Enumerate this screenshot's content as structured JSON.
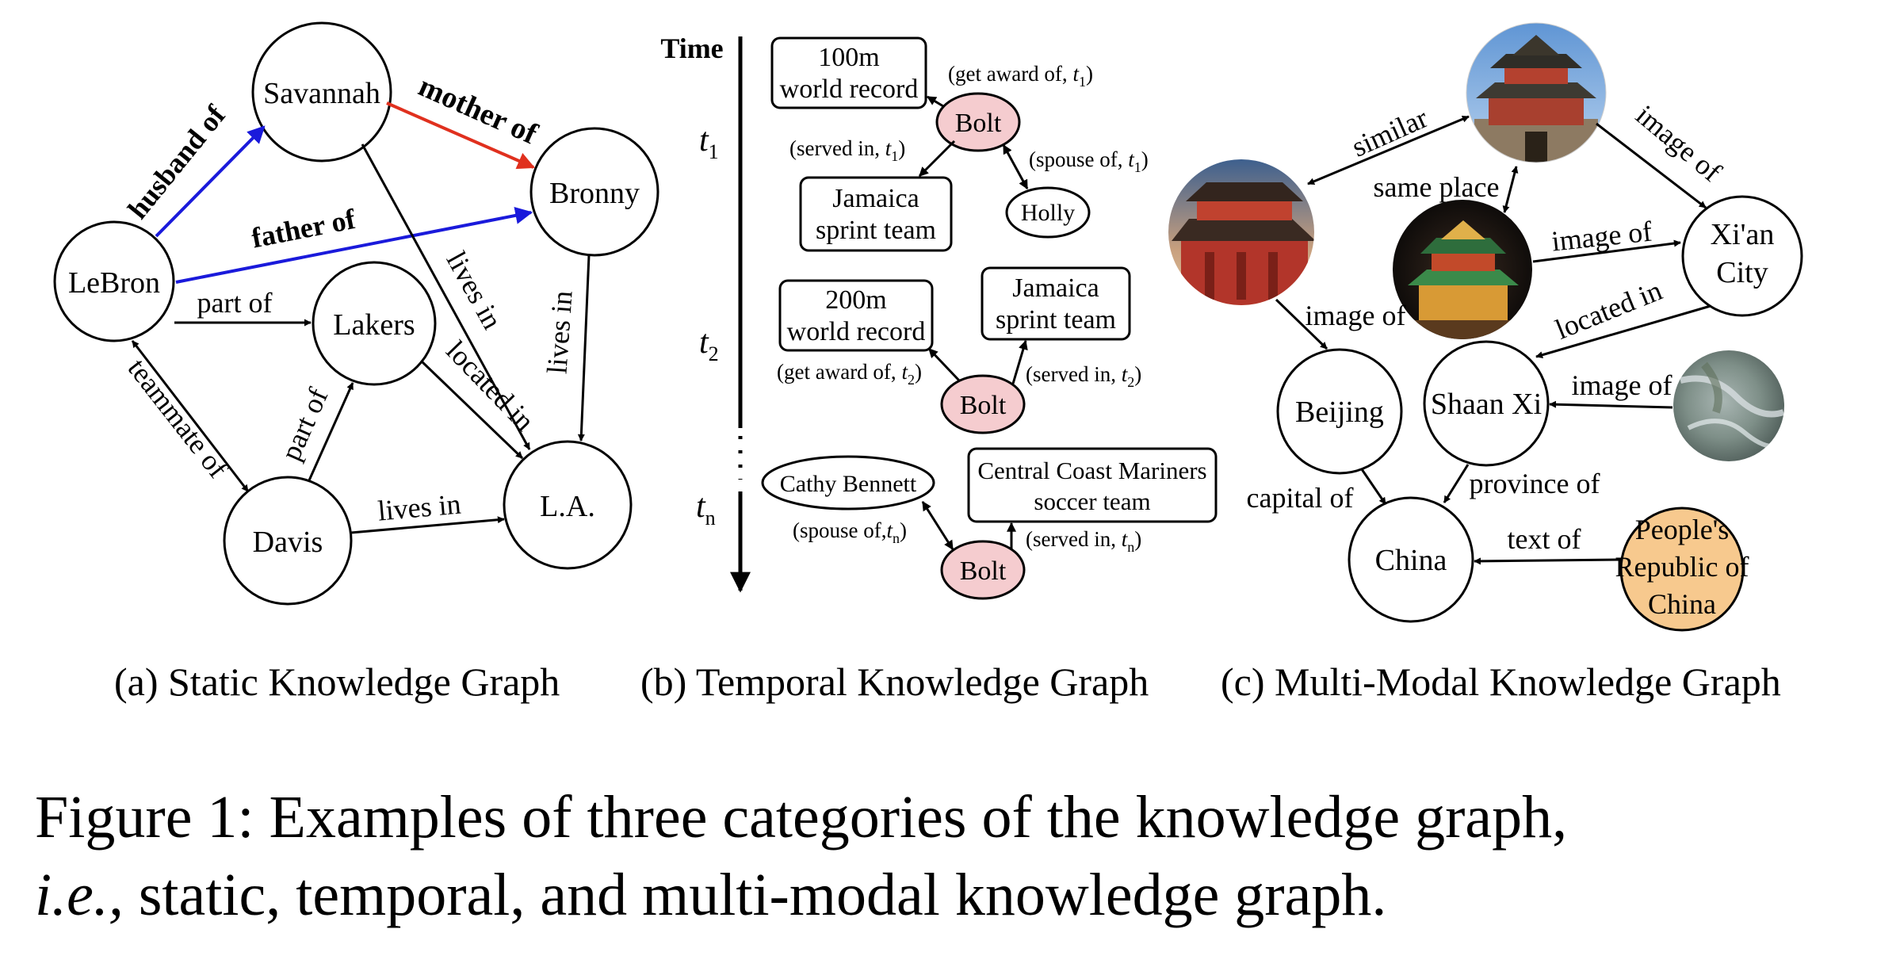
{
  "panel_a": {
    "nodes": {
      "lebron": "LeBron",
      "savannah": "Savannah",
      "bronny": "Bronny",
      "lakers": "Lakers",
      "davis": "Davis",
      "la": "L.A."
    },
    "edges": {
      "husband_of": "husband of",
      "mother_of": "mother of",
      "father_of": "father of",
      "part_of_lebron": "part of",
      "lives_in_savannah": "lives in",
      "lives_in_bronny": "lives in",
      "located_in": "located in",
      "part_of_davis": "part of",
      "teammate_of": "teammate of",
      "lives_in_davis": "lives in"
    },
    "colors": {
      "blue": "#1a1adb",
      "red": "#e0301e"
    }
  },
  "panel_b": {
    "time_label": "Time",
    "times": {
      "t1": "t",
      "t1_sub": "1",
      "t2": "t",
      "t2_sub": "2",
      "tn": "t",
      "tn_sub": "n"
    },
    "t1": {
      "record": [
        "100m",
        "world record"
      ],
      "team": [
        "Jamaica",
        "sprint team"
      ],
      "spouse": "Holly",
      "bolt": "Bolt",
      "award_label": [
        "(get award of, ",
        "t",
        "1",
        ")"
      ],
      "served_label": [
        "(served in, ",
        "t",
        "1",
        ")"
      ],
      "spouse_label": [
        "(spouse of, ",
        "t",
        "1",
        ")"
      ]
    },
    "t2": {
      "record": [
        "200m",
        "world record"
      ],
      "team": [
        "Jamaica",
        "sprint team"
      ],
      "bolt": "Bolt",
      "award_label": [
        "(get award of, ",
        "t",
        "2",
        ")"
      ],
      "served_label": [
        "(served in, ",
        "t",
        "2",
        ")"
      ]
    },
    "tn": {
      "spouse": "Cathy Bennett",
      "team": [
        "Central Coast Mariners",
        "soccer team"
      ],
      "bolt": "Bolt",
      "spouse_label": [
        "(spouse of,",
        "t",
        "n",
        ")"
      ],
      "served_label": [
        "(served in, ",
        "t",
        "n",
        ")"
      ]
    },
    "colors": {
      "bolt_fill": "#f5cccf"
    }
  },
  "panel_c": {
    "nodes": {
      "xian": [
        "Xi'an",
        "City"
      ],
      "beijing": "Beijing",
      "shaanxi": "Shaan Xi",
      "china": "China",
      "prc": [
        "People's",
        "Republic of",
        "China"
      ]
    },
    "edges": {
      "similar": "similar",
      "image_of_top": "image of",
      "same_place": "same place",
      "image_of_night": "image of",
      "located_in": "located in",
      "image_of_beijing": "image of",
      "image_of_shaanxi": "image of",
      "capital_of": "capital of",
      "province_of": "province of",
      "text_of": "text of"
    },
    "images": {
      "top": "bell-tower-day-photo",
      "left": "drum-tower-photo",
      "night": "bell-tower-night-photo",
      "satellite": "satellite-map-photo"
    },
    "colors": {
      "prc_fill": "#f7c98e",
      "sky": "#7aa6d6",
      "roof": "#b2352a"
    }
  },
  "captions": {
    "a": "(a) Static Knowledge Graph",
    "b": "(b) Temporal Knowledge Graph",
    "c": "(c) Multi-Modal Knowledge Graph"
  },
  "main_caption": {
    "line1": "Figure 1: Examples of three categories of the knowledge graph,",
    "line2_italic": "i.e.,",
    "line2_rest": " static, temporal, and multi-modal knowledge graph."
  }
}
